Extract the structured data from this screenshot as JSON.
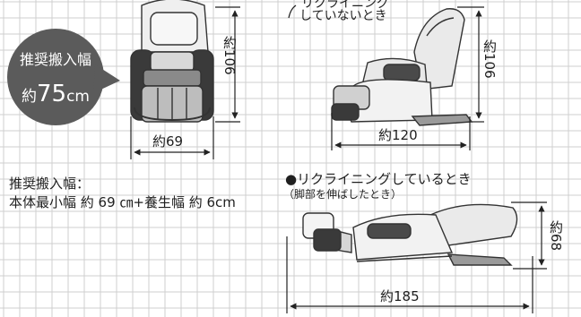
{
  "badge": {
    "title": "推奨搬入幅",
    "prefix": "約",
    "number": "75",
    "unit": "cm"
  },
  "front_view": {
    "width_label": "約69",
    "height_label": "約106"
  },
  "upright_view": {
    "caption_line1": "リクライニング",
    "caption_line2": "していないとき",
    "depth_label": "約120",
    "height_label": "約106"
  },
  "reclined_view": {
    "caption": "●リクライニングしているとき",
    "subcaption": "（脚部を伸ばしたとき）",
    "depth_label": "約185",
    "height_label": "約68"
  },
  "note": {
    "line1": "推奨搬入幅：",
    "line2": "本体最小幅 約 69 ㎝+養生幅 約 6cm"
  }
}
